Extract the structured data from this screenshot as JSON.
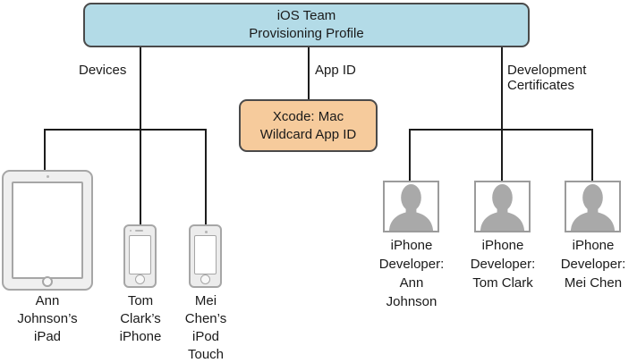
{
  "colors": {
    "root_fill": "#b3dbe7",
    "appid_fill": "#f6cb9c",
    "box_border": "#4a4a4a",
    "line": "#1c1c1c",
    "device_stroke": "#a6a6a6",
    "person_fill": "#a9a9a9",
    "person_box_border": "#9b9b9b"
  },
  "root_box": {
    "label": "iOS Team\nProvisioning Profile"
  },
  "branches": {
    "devices": {
      "label": "Devices"
    },
    "app_id": {
      "label": "App ID"
    },
    "certificates": {
      "label": "Development\nCertificates"
    }
  },
  "app_id_box": {
    "label": "Xcode: Mac\nWildcard App ID"
  },
  "devices": [
    {
      "type": "ipad-icon",
      "label": "Ann\nJohnson’s\niPad"
    },
    {
      "type": "iphone-icon",
      "label": "Tom\nClark’s\niPhone"
    },
    {
      "type": "ipod-icon",
      "label": "Mei\nChen’s\niPod\nTouch"
    }
  ],
  "certificates": [
    {
      "label": "iPhone\nDeveloper:\nAnn\nJohnson"
    },
    {
      "label": "iPhone\nDeveloper:\nTom Clark"
    },
    {
      "label": "iPhone\nDeveloper:\nMei Chen"
    }
  ]
}
